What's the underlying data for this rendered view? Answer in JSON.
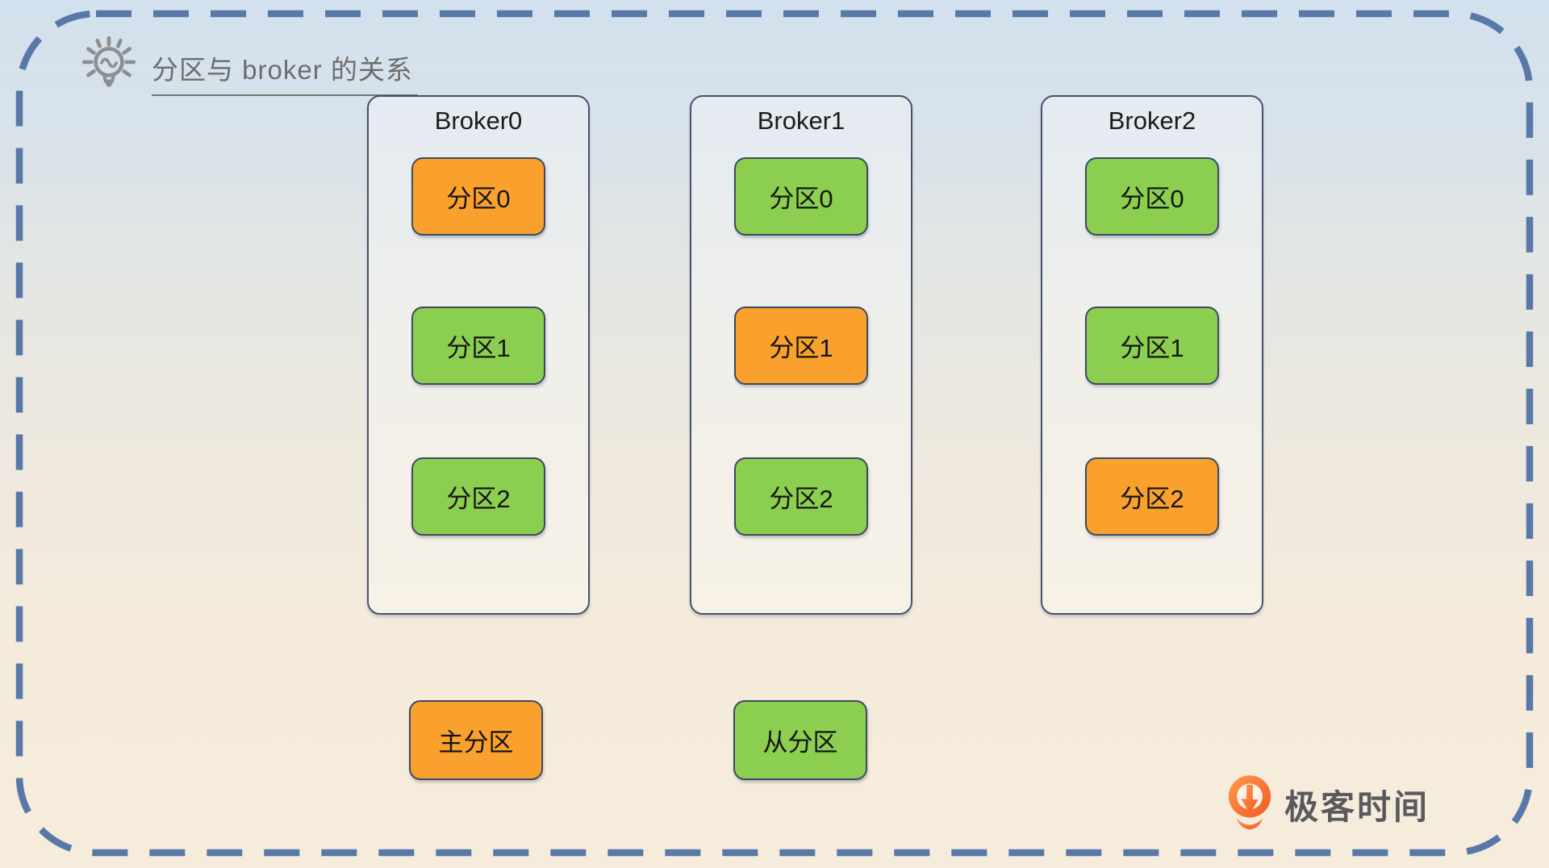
{
  "title": {
    "text": "分区与 broker 的关系"
  },
  "brokers": [
    {
      "name": "Broker0",
      "partitions": [
        {
          "label": "分区0",
          "role": "leader"
        },
        {
          "label": "分区1",
          "role": "follower"
        },
        {
          "label": "分区2",
          "role": "follower"
        }
      ]
    },
    {
      "name": "Broker1",
      "partitions": [
        {
          "label": "分区0",
          "role": "follower"
        },
        {
          "label": "分区1",
          "role": "leader"
        },
        {
          "label": "分区2",
          "role": "follower"
        }
      ]
    },
    {
      "name": "Broker2",
      "partitions": [
        {
          "label": "分区0",
          "role": "follower"
        },
        {
          "label": "分区1",
          "role": "follower"
        },
        {
          "label": "分区2",
          "role": "leader"
        }
      ]
    }
  ],
  "legend": [
    {
      "label": "主分区",
      "role": "leader",
      "color": "#F9A12C"
    },
    {
      "label": "从分区",
      "role": "follower",
      "color": "#8CCE4F"
    }
  ],
  "watermark": {
    "text": "极客时间"
  },
  "colors": {
    "leader_partition": "#F9A12C",
    "follower_partition": "#8CCE4F",
    "dashed_border": "#5878A8",
    "logo_orange": "#F25922",
    "title_text": "#6D6D6D"
  }
}
